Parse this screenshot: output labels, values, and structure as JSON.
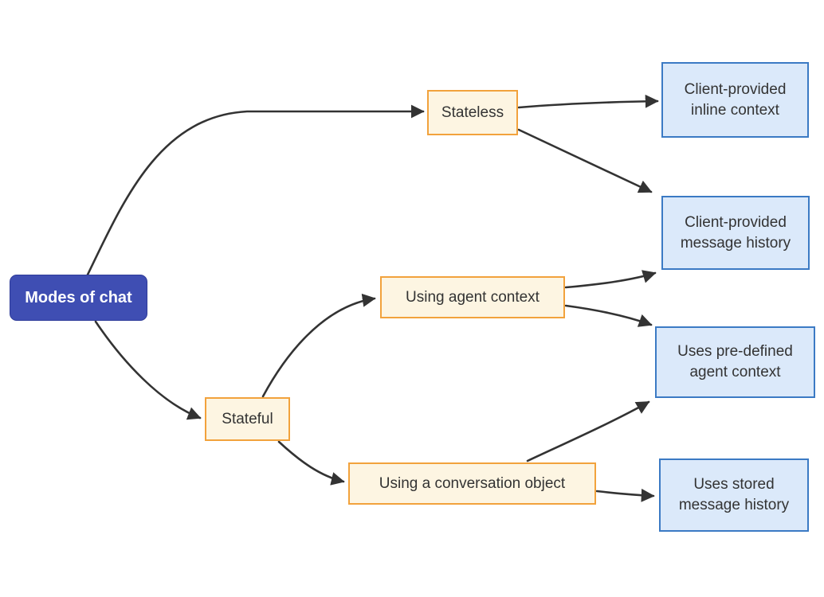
{
  "diagram": {
    "type": "flowchart",
    "direction": "left-to-right",
    "nodes": {
      "root": {
        "label": "Modes of chat",
        "role": "root"
      },
      "stateless": {
        "label": "Stateless",
        "role": "branch"
      },
      "stateful": {
        "label": "Stateful",
        "role": "branch"
      },
      "agent_context": {
        "label": "Using agent context",
        "role": "branch"
      },
      "conversation_object": {
        "label": "Using a conversation object",
        "role": "branch"
      },
      "inline_context": {
        "label": "Client-provided inline context",
        "role": "leaf"
      },
      "message_history": {
        "label": "Client-provided message history",
        "role": "leaf"
      },
      "predefined_context": {
        "label": "Uses pre-defined agent context",
        "role": "leaf"
      },
      "stored_history": {
        "label": "Uses stored message history",
        "role": "leaf"
      }
    },
    "edges": [
      {
        "from": "root",
        "to": "stateless"
      },
      {
        "from": "root",
        "to": "stateful"
      },
      {
        "from": "stateless",
        "to": "inline_context"
      },
      {
        "from": "stateless",
        "to": "message_history"
      },
      {
        "from": "stateful",
        "to": "agent_context"
      },
      {
        "from": "stateful",
        "to": "conversation_object"
      },
      {
        "from": "agent_context",
        "to": "message_history"
      },
      {
        "from": "agent_context",
        "to": "predefined_context"
      },
      {
        "from": "conversation_object",
        "to": "predefined_context"
      },
      {
        "from": "conversation_object",
        "to": "stored_history"
      }
    ]
  },
  "colors": {
    "root_fill": "#3F4EB3",
    "root_border": "#2E3B99",
    "root_text": "#FFFFFF",
    "branch_fill": "#FDF5E2",
    "branch_border": "#F2A23C",
    "leaf_fill": "#DBE9FA",
    "leaf_border": "#3B7AC4",
    "node_text": "#333333",
    "edge_color": "#333333"
  }
}
